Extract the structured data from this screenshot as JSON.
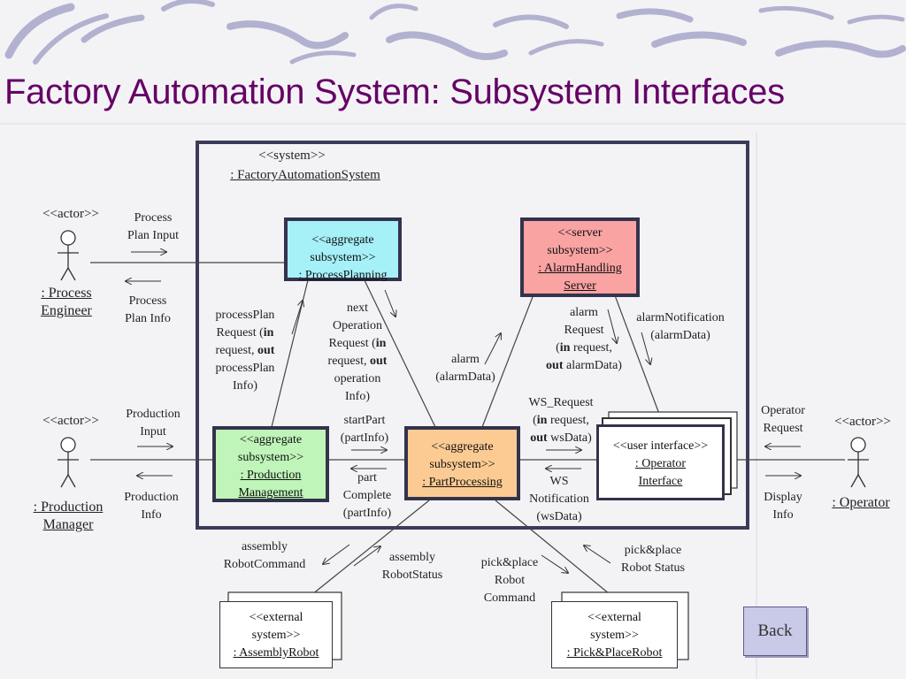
{
  "slide": {
    "title": "Factory Automation System: Subsystem Interfaces",
    "back_label": "Back"
  },
  "system": {
    "stereotype": "<<system>>",
    "name": ": FactoryAutomationSystem"
  },
  "actors": {
    "process_engineer": {
      "stereotype": "<<actor>>",
      "name_line1": ": Process",
      "name_line2": "Engineer"
    },
    "production_manager": {
      "stereotype": "<<actor>>",
      "name_line1": ": Production",
      "name_line2": "Manager"
    },
    "operator": {
      "stereotype": "<<actor>>",
      "name": ": Operator"
    }
  },
  "subsystems": {
    "process_planning": {
      "lines": [
        "<<aggregate",
        "subsystem>>"
      ],
      "name": ": ProcessPlanning",
      "color": "#a6f0f8"
    },
    "alarm_handling": {
      "lines": [
        "<<server",
        "subsystem>>"
      ],
      "name_line1": ": AlarmHandling",
      "name_line2": "Server",
      "color": "#f9a3a3"
    },
    "production_management": {
      "lines": [
        "<<aggregate",
        "subsystem>>"
      ],
      "name_line1": ": Production",
      "name_line2": "Management",
      "color": "#bff5b8"
    },
    "part_processing": {
      "lines": [
        "<<aggregate",
        "subsystem>>"
      ],
      "name": ": PartProcessing",
      "color": "#fccb93"
    },
    "operator_interface": {
      "line1": "<<user interface>>",
      "name_line1": ": Operator",
      "name_line2": "Interface"
    },
    "assembly_robot": {
      "lines": [
        "<<external",
        "system>>"
      ],
      "name": ": AssemblyRobot"
    },
    "pick_place_robot": {
      "lines": [
        "<<external",
        "system>>"
      ],
      "name": ": Pick&PlaceRobot"
    }
  },
  "messages": {
    "process_plan_input": [
      "Process",
      "Plan Input"
    ],
    "process_plan_info": [
      "Process",
      "Plan Info"
    ],
    "production_input": [
      "Production",
      "Input"
    ],
    "production_info": [
      "Production",
      "Info"
    ],
    "operator_request": [
      "Operator",
      "Request"
    ],
    "display_info": [
      "Display",
      "Info"
    ],
    "process_plan_request": {
      "l1": "processPlan",
      "l2a": "Request (",
      "l2b": "in",
      "l3": "request, ",
      "l3b": "out",
      "l4": "processPlan",
      "l5": "Info)"
    },
    "next_operation_request": {
      "l1": "next",
      "l2": "Operation",
      "l3a": "Request (",
      "l3b": "in",
      "l4a": "request, ",
      "l4b": "out",
      "l5": "operation",
      "l6": "Info)"
    },
    "alarm_from_pp": [
      "alarm",
      "(alarmData)"
    ],
    "alarm_request": {
      "l1": "alarm",
      "l2": "Request",
      "l3a": "(",
      "l3b": "in",
      "l3c": " request,",
      "l4a": "out",
      "l4b": " alarmData)"
    },
    "alarm_notification": [
      "alarmNotification",
      "(alarmData)"
    ],
    "ws_request": {
      "l1": "WS_Request",
      "l2a": "(",
      "l2b": "in",
      "l2c": " request,",
      "l3a": "out",
      "l3b": " wsData)"
    },
    "ws_notification": [
      "WS",
      "Notification",
      "(wsData)"
    ],
    "start_part": [
      "startPart",
      "(partInfo)"
    ],
    "part_complete": [
      "part",
      "Complete",
      "(partInfo)"
    ],
    "assembly_robot_command": [
      "assembly",
      "RobotCommand"
    ],
    "assembly_robot_status": [
      "assembly",
      "RobotStatus"
    ],
    "pick_place_robot_command": [
      "pick&place",
      "Robot",
      "Command"
    ],
    "pick_place_robot_status": [
      "pick&place",
      "Robot Status"
    ]
  }
}
